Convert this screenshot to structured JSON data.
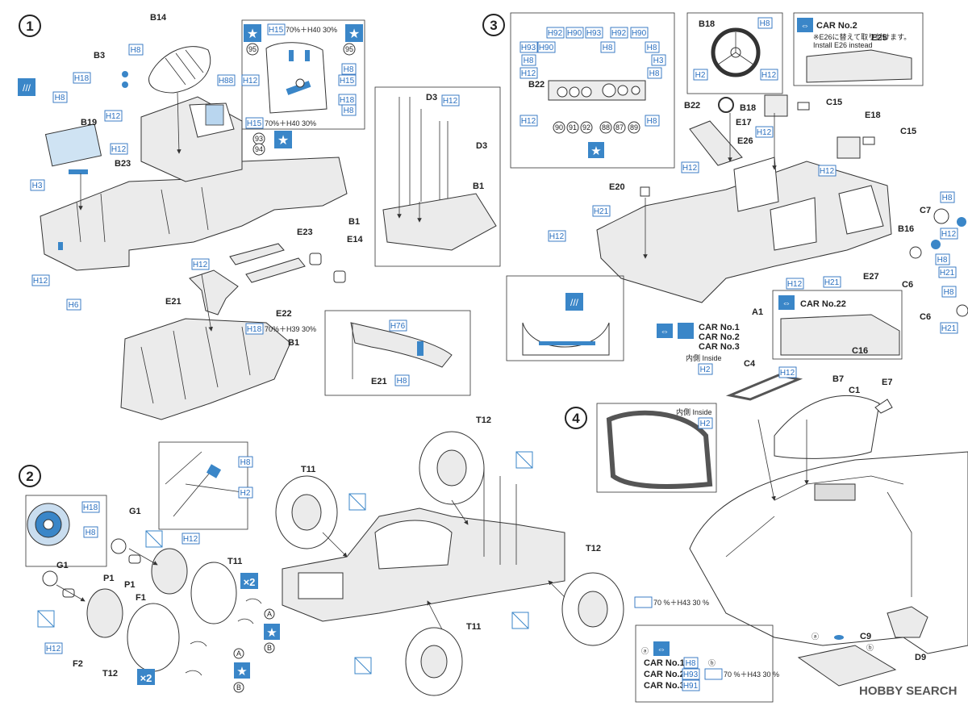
{
  "steps": [
    "1",
    "2",
    "3",
    "4"
  ],
  "labels": {
    "B14": "B14",
    "B3": "B3",
    "B19": "B19",
    "B23": "B23",
    "B1": "B1",
    "D3": "D3",
    "E23": "E23",
    "E14": "E14",
    "E21": "E21",
    "E22": "E22",
    "H6": "H6",
    "H12": "H12",
    "H3": "H3",
    "H8": "H8",
    "H18": "H18",
    "H88": "H88",
    "H15": "H15",
    "H76": "H76",
    "H2": "H2",
    "n93": "93",
    "n94": "94",
    "n95": "95",
    "mix_18_39": "70%＋H39 30%",
    "mix_15_40": "70%＋H40 30%",
    "G1": "G1",
    "P1": "P1",
    "F1": "F1",
    "F2": "F2",
    "T11": "T11",
    "T12": "T12",
    "x2": "×2",
    "A": "A",
    "B": "B",
    "B22": "B22",
    "B18": "B18",
    "E17": "E17",
    "E26": "E26",
    "C15": "C15",
    "E18": "E18",
    "E20": "E20",
    "E25": "E25",
    "E27": "E27",
    "A1": "A1",
    "C7": "C7",
    "B16": "B16",
    "C6": "C6",
    "C16": "C16",
    "C4": "C4",
    "C1": "C1",
    "B7": "B7",
    "E7": "E7",
    "C9": "C9",
    "D9": "D9",
    "H21": "H21",
    "H92": "H92",
    "H90": "H90",
    "H93": "H93",
    "H91": "H91",
    "H43": "H43",
    "n87": "87",
    "n88": "88",
    "n89": "89",
    "n90": "90",
    "n91": "91",
    "n92": "92",
    "car_no2": "CAR No.2",
    "car_no22": "CAR No.22",
    "car_no1": "CAR No.1",
    "car_no3": "CAR No.3",
    "e26_note_jp": "※E26に替えて取り付けます。",
    "e26_note_en": "Install E26 instead",
    "inside": "内側 Inside",
    "mix_39_43": "70 %＋H43 30 %",
    "sa": "ⓐ",
    "sb": "ⓑ",
    "watermark": "HOBBY SEARCH"
  },
  "colors": {
    "accent_blue": "#3a86c8",
    "paint_code_blue": "#2a6fbf",
    "line": "#333333"
  },
  "icons": [
    "star-icon",
    "decal-icon",
    "cement-warning-icon",
    "swap-arrow-icon",
    "x2-badge-icon"
  ]
}
